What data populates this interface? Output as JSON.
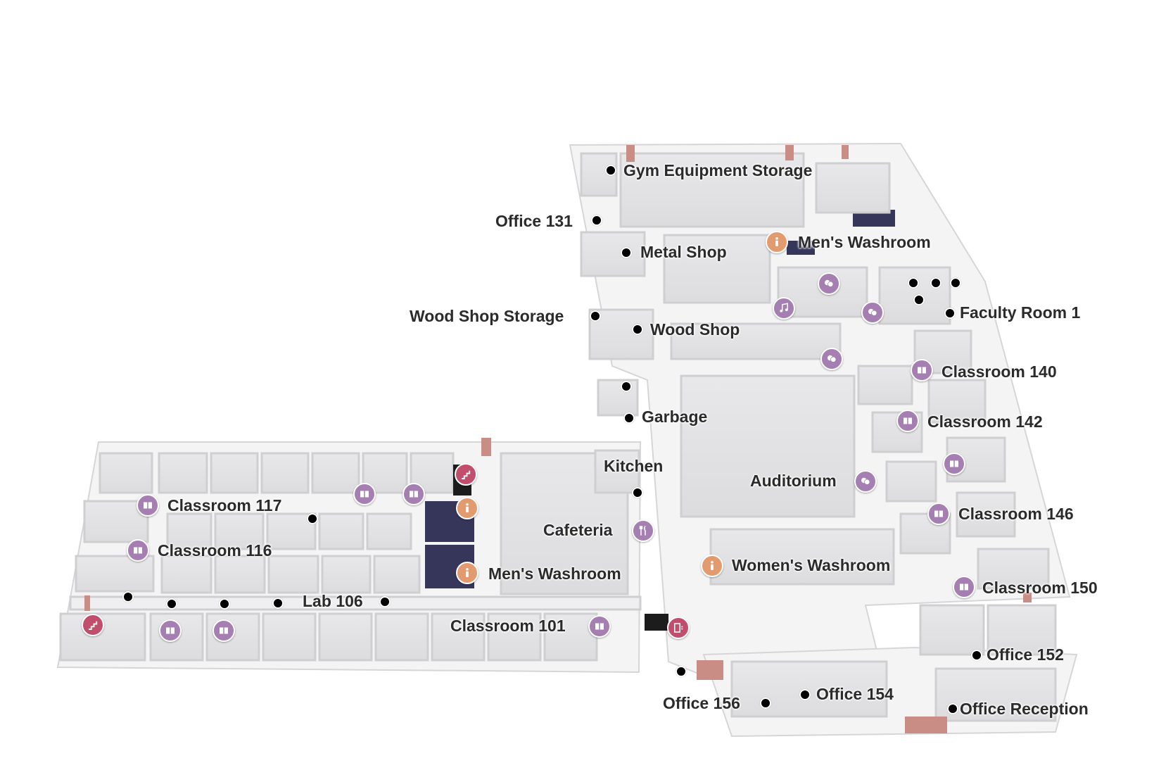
{
  "colors": {
    "floor": "#e4e4e6",
    "wall": "#f7f7f7",
    "wall_shadow": "#d2d2d4",
    "hall": "#ececee",
    "door": "#c98d86",
    "dark_room": "#35365a",
    "classroom_icon": "#a57fb2",
    "washroom_icon": "#e29b6f",
    "stairs_icon": "#c14e6c"
  },
  "labels": {
    "gym_equipment_storage": "Gym Equipment Storage",
    "office_131": "Office 131",
    "metal_shop": "Metal Shop",
    "mens_washroom_north": "Men's Washroom",
    "wood_shop_storage": "Wood Shop Storage",
    "wood_shop": "Wood Shop",
    "faculty_room_1": "Faculty Room 1",
    "classroom_140": "Classroom 140",
    "garbage": "Garbage",
    "classroom_142": "Classroom 142",
    "kitchen": "Kitchen",
    "auditorium": "Auditorium",
    "classroom_117": "Classroom 117",
    "classroom_146": "Classroom 146",
    "cafeteria": "Cafeteria",
    "classroom_116": "Classroom 116",
    "womens_washroom": "Women's Washroom",
    "mens_washroom_south": "Men's Washroom",
    "classroom_150": "Classroom 150",
    "lab_106": "Lab 106",
    "classroom_101": "Classroom 101",
    "office_152": "Office 152",
    "office_154": "Office 154",
    "office_156": "Office 156",
    "office_reception": "Office Reception"
  },
  "icons": {
    "classroom": "book-icon",
    "washroom": "person-icon",
    "stairs": "stairs-icon",
    "theater": "theater-masks-icon",
    "music": "music-note-icon",
    "cafeteria": "cutlery-icon",
    "elevator": "elevator-icon"
  }
}
